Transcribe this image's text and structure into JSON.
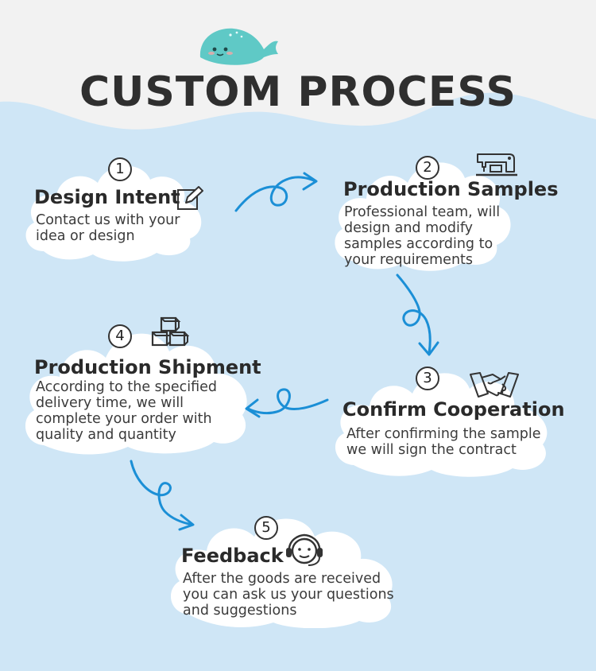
{
  "title": "CUSTOM PROCESS",
  "colors": {
    "sky": "#cfe6f6",
    "header_bg": "#f2f2f2",
    "arrow": "#1b8fd6",
    "whale": "#5fc9c6",
    "text": "#2f2f2f"
  },
  "steps": [
    {
      "number": "1",
      "title": "Design Intent",
      "icon": "pencil-edit-icon",
      "description": "Contact us with your\nidea or design"
    },
    {
      "number": "2",
      "title": "Production Samples",
      "icon": "sewing-machine-icon",
      "description": "Professional team, will\ndesign and modify\nsamples according to\nyour requirements"
    },
    {
      "number": "3",
      "title": "Confirm Cooperation",
      "icon": "handshake-icon",
      "description": "After confirming the sample\nwe will sign the contract"
    },
    {
      "number": "4",
      "title": "Production Shipment",
      "icon": "boxes-icon",
      "description": "According to the specified\ndelivery time, we will\ncomplete your order with\nquality and quantity"
    },
    {
      "number": "5",
      "title": "Feedback",
      "icon": "headset-support-icon",
      "description": "After the goods are received\nyou can ask us your questions\nand suggestions"
    }
  ]
}
